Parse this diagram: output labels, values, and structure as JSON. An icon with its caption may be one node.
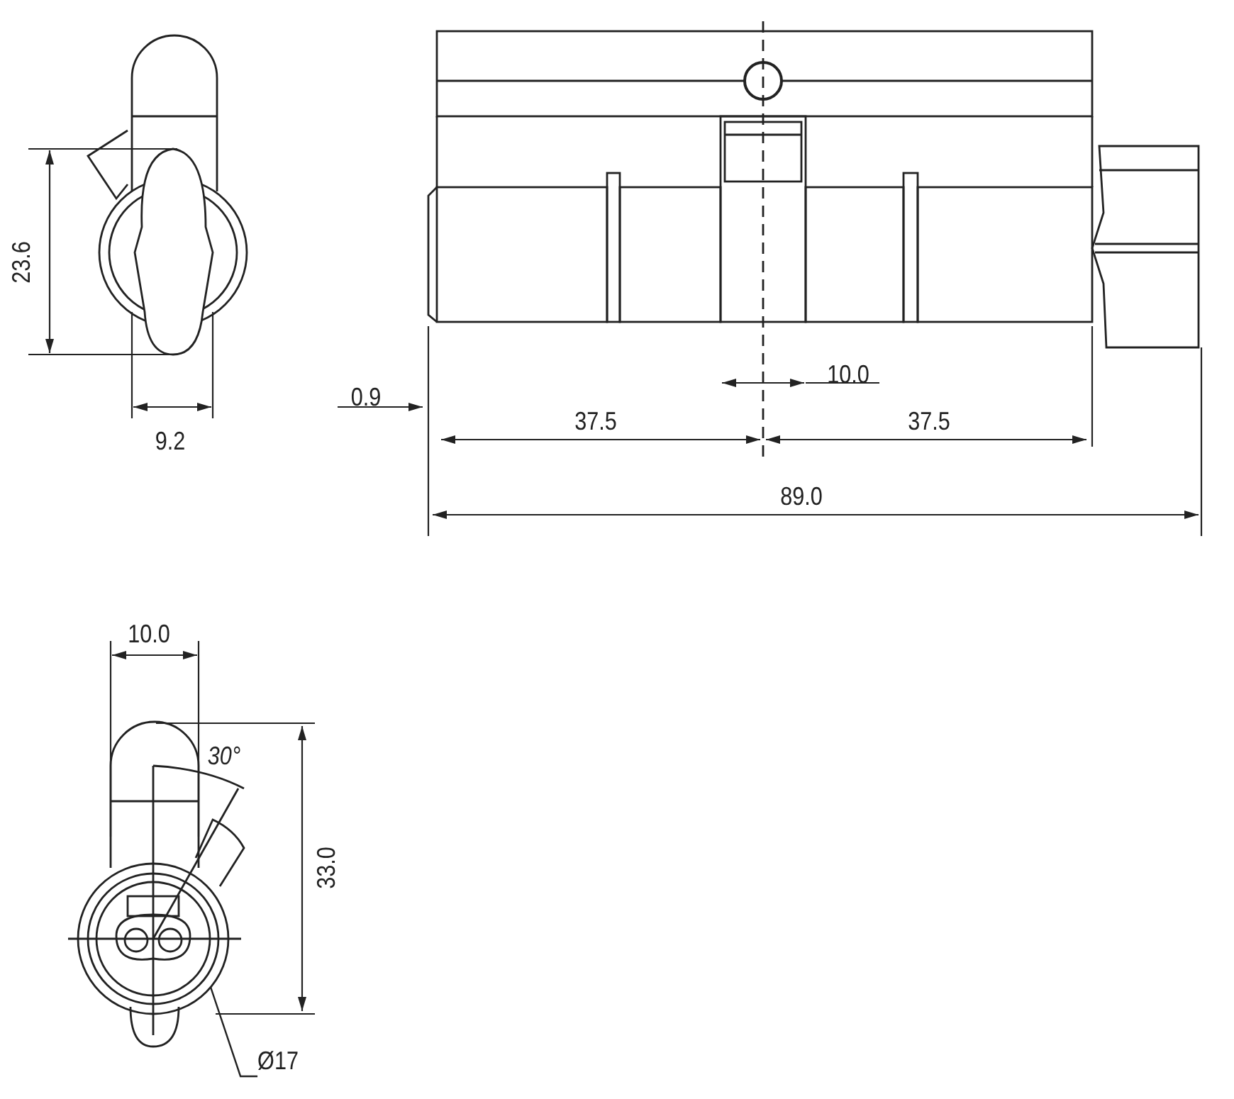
{
  "diagram": {
    "nodes": [
      {
        "text": [
          "Ø17"
        ]
      },
      {
        "text": [],
        "shape": "circle"
      }
    ],
    "edges": [
      {
        "from": 0,
        "to": 1,
        "arrow": "none"
      }
    ],
    "labels": [
      "23.6",
      "10.0",
      "0.9",
      "37.5",
      "37.5",
      "9.2",
      "89.0",
      "10.0",
      "30°",
      "33.0"
    ]
  }
}
